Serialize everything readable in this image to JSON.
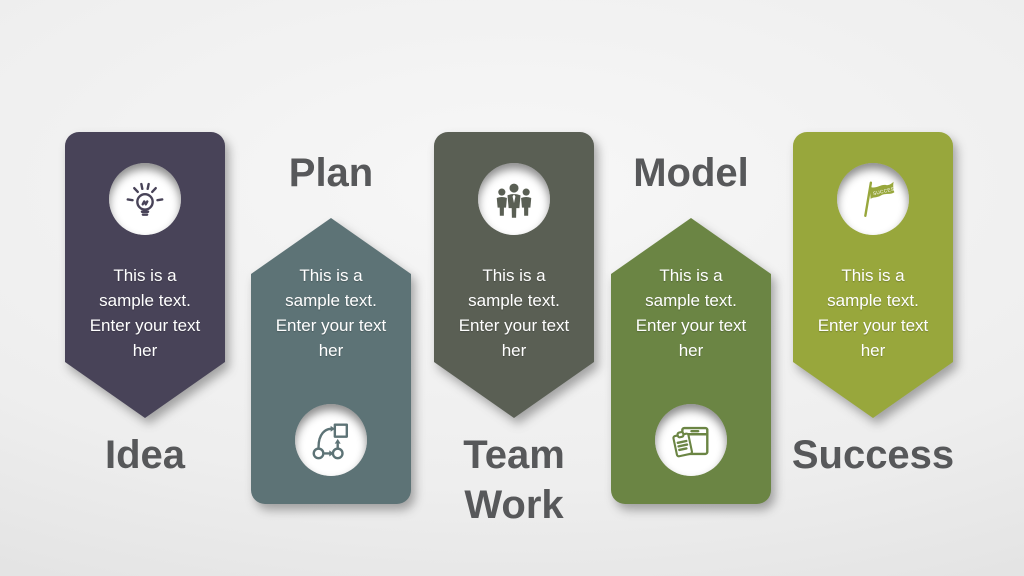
{
  "slide": {
    "background_center": "#f7f7f7",
    "background_edge": "#dddddd",
    "title_color": "#57585a",
    "banner_text_color": "#ffffff"
  },
  "steps": [
    {
      "label": "Idea",
      "color": "#484358",
      "direction": "down",
      "icon": "lightbulb-icon",
      "text": "This is a sample text. Enter your text her"
    },
    {
      "label": "Plan",
      "color": "#5d7376",
      "direction": "up",
      "icon": "flowchart-icon",
      "text": "This is a sample text. Enter your text her"
    },
    {
      "label": "Team\nWork",
      "color": "#5a5f54",
      "direction": "down",
      "icon": "team-icon",
      "text": "This is a sample text. Enter your text her"
    },
    {
      "label": "Model",
      "color": "#6b8544",
      "direction": "up",
      "icon": "clipboard-box-icon",
      "text": "This is a sample text. Enter your text her"
    },
    {
      "label": "Success",
      "color": "#98a73c",
      "direction": "down",
      "icon": "success-flag-icon",
      "text": "This is a sample text. Enter your text her",
      "flag_text": "SUCCESS"
    }
  ]
}
